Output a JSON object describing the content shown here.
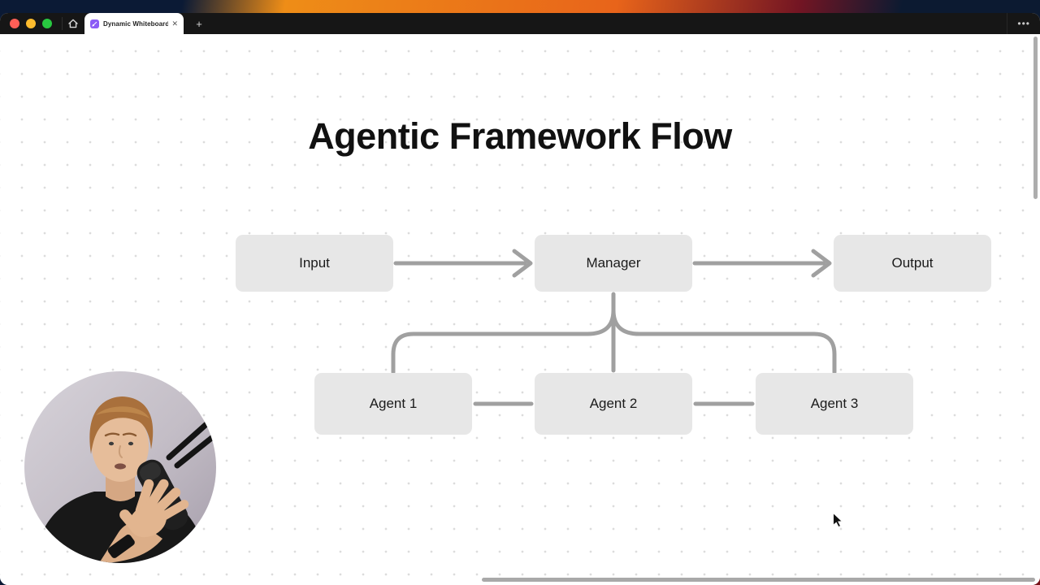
{
  "browser": {
    "window_controls": {
      "close": "close",
      "minimize": "minimize",
      "zoom": "zoom"
    },
    "tab": {
      "title": "Dynamic Whiteboard",
      "close_glyph": "✕"
    },
    "new_tab_glyph": "+",
    "overflow_menu_glyph": "•••"
  },
  "whiteboard": {
    "title": "Agentic Framework Flow",
    "nodes": [
      {
        "id": "input",
        "label": "Input"
      },
      {
        "id": "manager",
        "label": "Manager"
      },
      {
        "id": "output",
        "label": "Output"
      },
      {
        "id": "agent1",
        "label": "Agent 1"
      },
      {
        "id": "agent2",
        "label": "Agent 2"
      },
      {
        "id": "agent3",
        "label": "Agent 3"
      }
    ],
    "edges": [
      {
        "from": "Input",
        "to": "Manager",
        "arrow": true
      },
      {
        "from": "Manager",
        "to": "Output",
        "arrow": true
      },
      {
        "from": "Manager",
        "to": "Agent 1",
        "arrow": false
      },
      {
        "from": "Manager",
        "to": "Agent 2",
        "arrow": false
      },
      {
        "from": "Manager",
        "to": "Agent 3",
        "arrow": false
      },
      {
        "from": "Agent 1",
        "to": "Agent 2",
        "arrow": false
      },
      {
        "from": "Agent 2",
        "to": "Agent 3",
        "arrow": false
      }
    ]
  },
  "colors": {
    "traffic_red": "#ff5f57",
    "traffic_yellow": "#febc2e",
    "traffic_green": "#28c840",
    "favicon_purple": "#8b5cf6",
    "tabbar_bg": "#161616",
    "node_fill": "#e7e7e7",
    "connector": "#a0a0a0",
    "canvas_bg": "#ffffff"
  }
}
